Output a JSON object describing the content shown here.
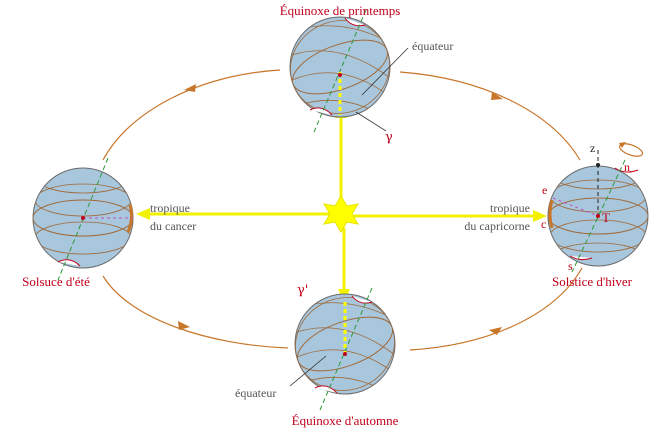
{
  "colors": {
    "orbit": "#c8762a",
    "sun": "#ffff00",
    "ray": "#f2f200",
    "globe_fill": "#a8c6dc",
    "globe_stroke": "#6b6b6b",
    "latitude": "#a06a3a",
    "axis": "#2e9a3a",
    "polar_cap": "#c0001a",
    "label_red": "#c0001a",
    "label_grey": "#555555"
  },
  "seasons": {
    "spring": "Équinoxe de printemps",
    "summer": "Solsuce d'été",
    "autumn": "Équinoxe d'automne",
    "winter": "Solstice d'hiver"
  },
  "tropics": {
    "cancer_line1": "tropique",
    "cancer_line2": "du cancer",
    "capricorn_line1": "tropique",
    "capricorn_line2": "du capricorne"
  },
  "equator_labels": {
    "top": "équateur",
    "bottom": "équateur"
  },
  "greek": {
    "gamma": "γ",
    "gamma_prime": "γ'"
  },
  "winter_points": {
    "z": "z",
    "n": "n",
    "e": "e",
    "c": "c",
    "s": "s",
    "T": "T"
  },
  "icons": [
    "sun-icon",
    "rotation-arrow-icon",
    "orbit-arrow-icon"
  ]
}
